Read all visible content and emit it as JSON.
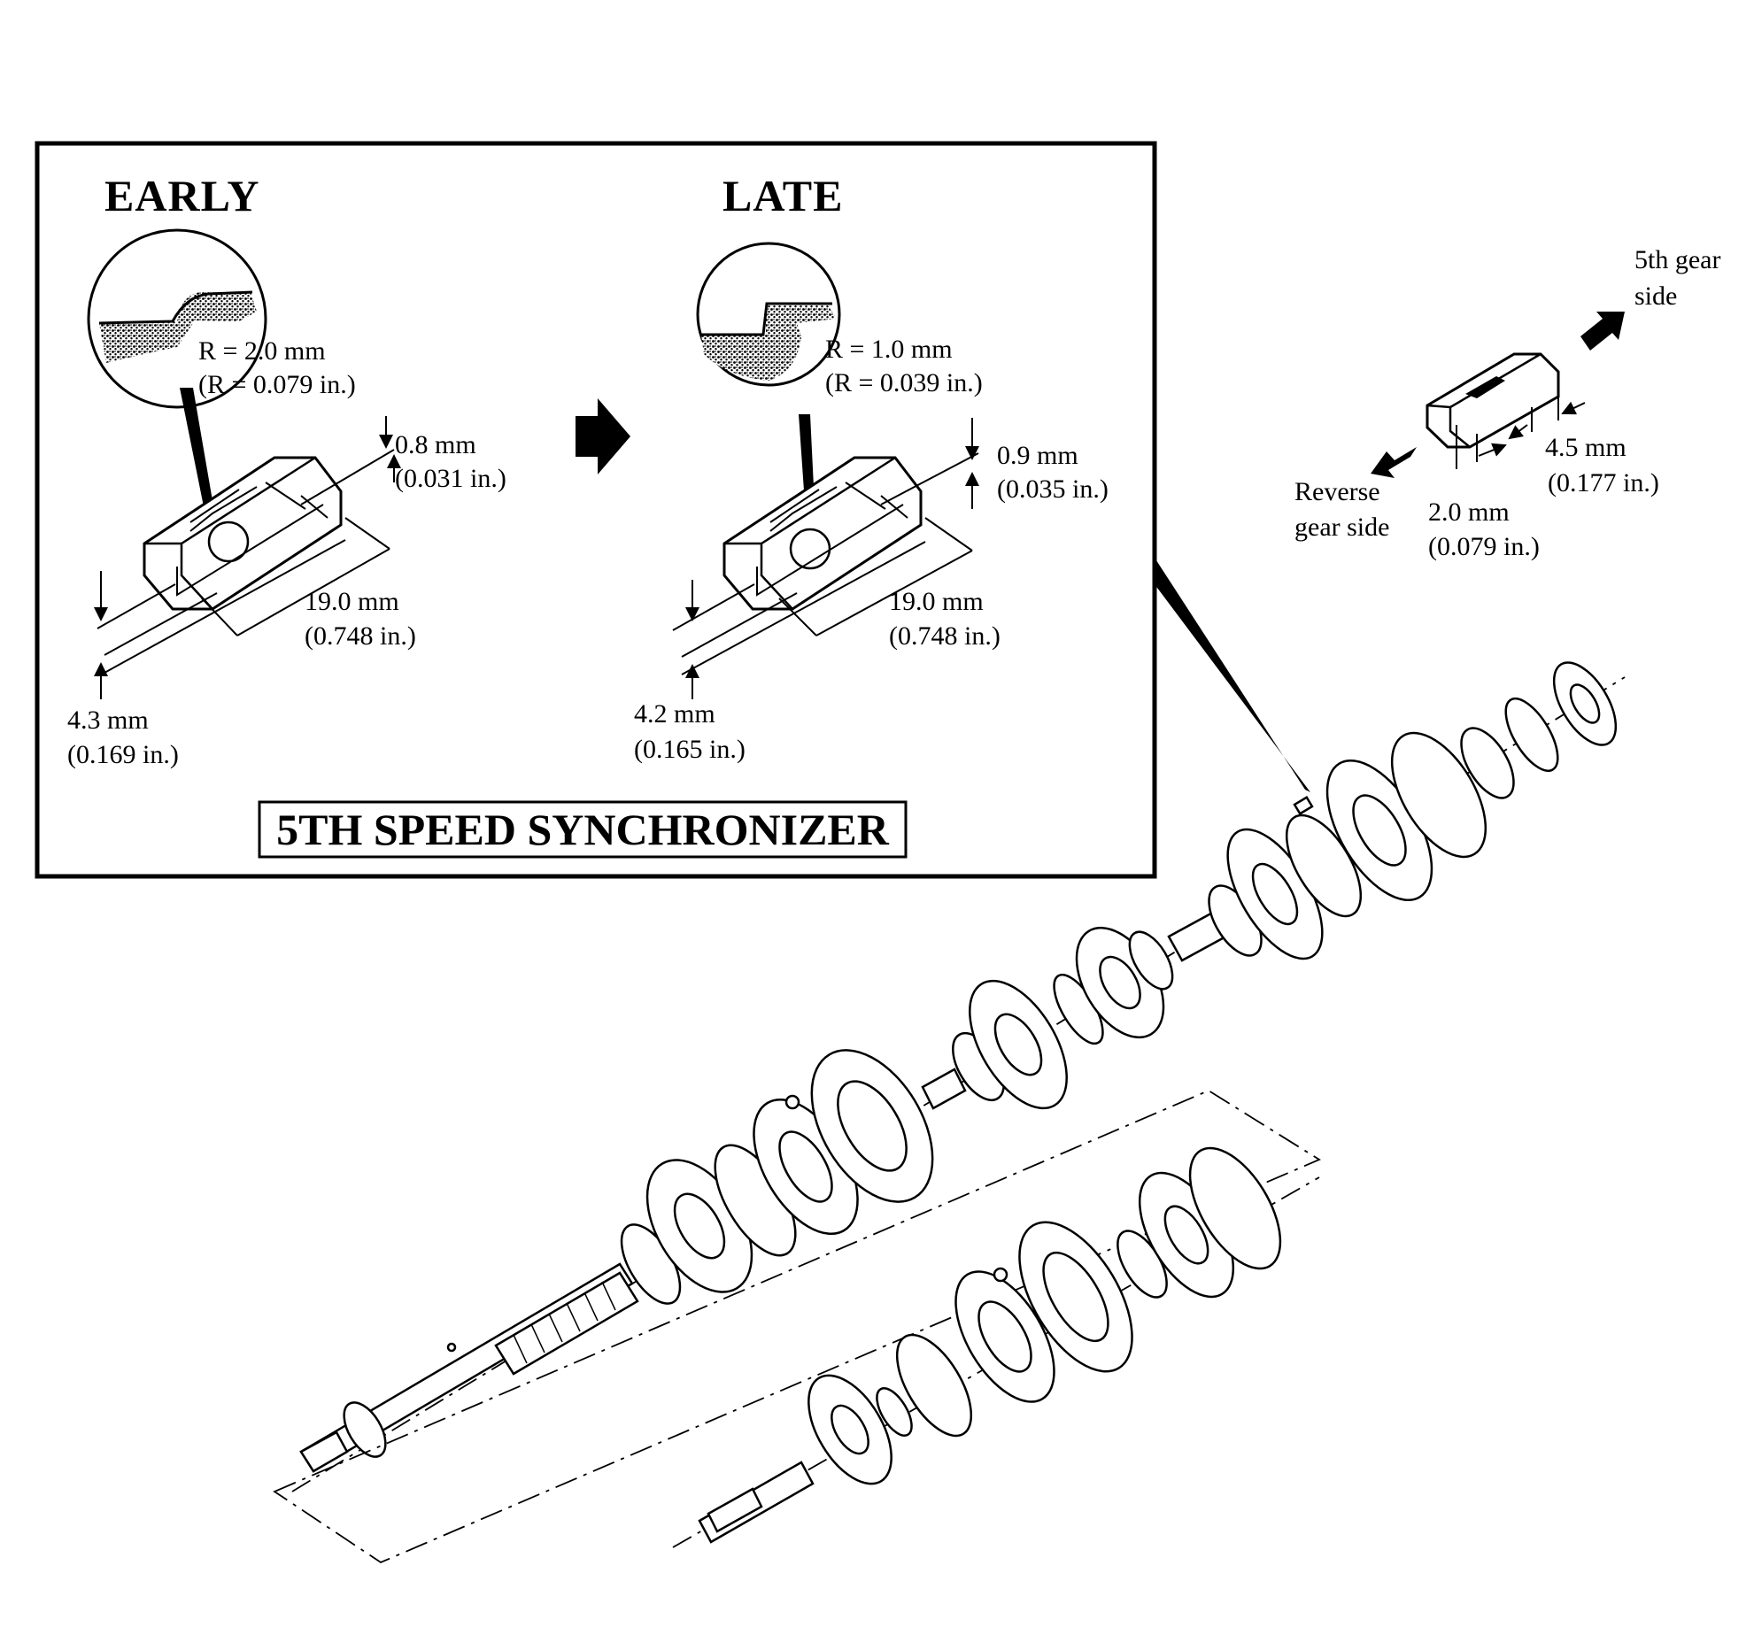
{
  "panel": {
    "early_heading": "EARLY",
    "late_heading": "LATE",
    "caption": "5TH SPEED SYNCHRONIZER",
    "early": {
      "radius_mm": "R = 2.0 mm",
      "radius_in": "(R = 0.079 in.)",
      "step_mm": "0.8 mm",
      "step_in": "(0.031 in.)",
      "length_mm": "19.0 mm",
      "length_in": "(0.748 in.)",
      "height_mm": "4.3 mm",
      "height_in": "(0.169 in.)"
    },
    "late": {
      "radius_mm": "R = 1.0 mm",
      "radius_in": "(R = 0.039 in.)",
      "step_mm": "0.9 mm",
      "step_in": "(0.035 in.)",
      "length_mm": "19.0 mm",
      "length_in": "(0.748 in.)",
      "height_mm": "4.2 mm",
      "height_in": "(0.165 in.)"
    }
  },
  "key_detail": {
    "fifth_gear_side_line1": "5th gear",
    "fifth_gear_side_line2": "side",
    "reverse_gear_side_line1": "Reverse",
    "reverse_gear_side_line2": "gear side",
    "width_mm": "4.5 mm",
    "width_in": "(0.177 in.)",
    "slot_mm": "2.0 mm",
    "slot_in": "(0.079 in.)"
  }
}
